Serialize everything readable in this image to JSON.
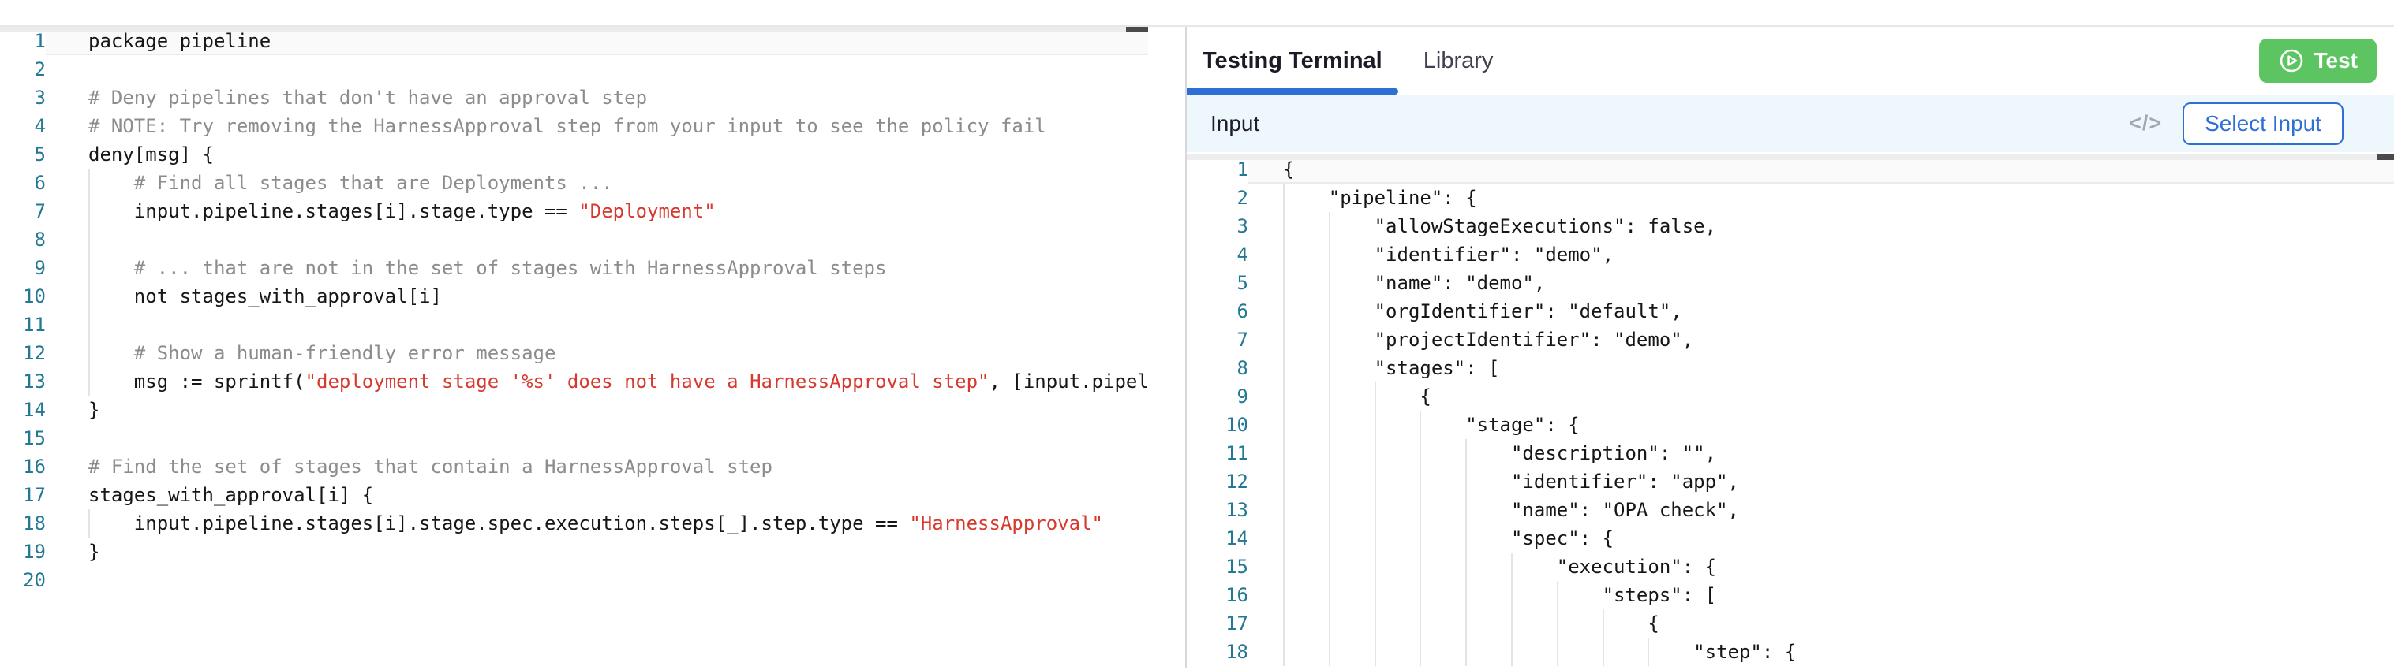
{
  "colors": {
    "accent_blue": "#2e6fd6",
    "test_green": "#5cc561",
    "string_red": "#d7392e",
    "comment_gray": "#8c8c8c",
    "line_number_blue": "#237893",
    "input_bar_bg": "#eef7fc"
  },
  "left_editor": {
    "language": "rego",
    "lines": [
      {
        "n": 1,
        "current": true,
        "guides": 0,
        "segs": [
          [
            "code",
            "package pipeline"
          ]
        ]
      },
      {
        "n": 2,
        "guides": 0,
        "segs": []
      },
      {
        "n": 3,
        "guides": 0,
        "segs": [
          [
            "comment",
            "# Deny pipelines that don't have an approval step"
          ]
        ]
      },
      {
        "n": 4,
        "guides": 0,
        "segs": [
          [
            "comment",
            "# NOTE: Try removing the HarnessApproval step from your input to see the policy fail"
          ]
        ]
      },
      {
        "n": 5,
        "guides": 0,
        "segs": [
          [
            "code",
            "deny[msg] {"
          ]
        ]
      },
      {
        "n": 6,
        "guides": 1,
        "segs": [
          [
            "comment",
            "    # Find all stages that are Deployments ..."
          ]
        ]
      },
      {
        "n": 7,
        "guides": 1,
        "segs": [
          [
            "code",
            "    input.pipeline.stages[i].stage.type == "
          ],
          [
            "string",
            "\"Deployment\""
          ]
        ]
      },
      {
        "n": 8,
        "guides": 1,
        "segs": []
      },
      {
        "n": 9,
        "guides": 1,
        "segs": [
          [
            "comment",
            "    # ... that are not in the set of stages with HarnessApproval steps"
          ]
        ]
      },
      {
        "n": 10,
        "guides": 1,
        "segs": [
          [
            "code",
            "    not stages_with_approval[i]"
          ]
        ]
      },
      {
        "n": 11,
        "guides": 1,
        "segs": []
      },
      {
        "n": 12,
        "guides": 1,
        "segs": [
          [
            "comment",
            "    # Show a human-friendly error message"
          ]
        ]
      },
      {
        "n": 13,
        "guides": 1,
        "segs": [
          [
            "code",
            "    msg := sprintf("
          ],
          [
            "string",
            "\"deployment stage '%s' does not have a HarnessApproval step\""
          ],
          [
            "code",
            ", [input.pipel"
          ]
        ]
      },
      {
        "n": 14,
        "guides": 0,
        "segs": [
          [
            "code",
            "}"
          ]
        ]
      },
      {
        "n": 15,
        "guides": 0,
        "segs": []
      },
      {
        "n": 16,
        "guides": 0,
        "segs": [
          [
            "comment",
            "# Find the set of stages that contain a HarnessApproval step"
          ]
        ]
      },
      {
        "n": 17,
        "guides": 0,
        "segs": [
          [
            "code",
            "stages_with_approval[i] {"
          ]
        ]
      },
      {
        "n": 18,
        "guides": 1,
        "segs": [
          [
            "code",
            "    input.pipeline.stages[i].stage.spec.execution.steps[_].step.type == "
          ],
          [
            "string",
            "\"HarnessApproval\""
          ]
        ]
      },
      {
        "n": 19,
        "guides": 0,
        "segs": [
          [
            "code",
            "}"
          ]
        ]
      },
      {
        "n": 20,
        "guides": 0,
        "segs": []
      }
    ]
  },
  "right_panel": {
    "tabs": [
      {
        "label": "Testing Terminal",
        "active": true
      },
      {
        "label": "Library",
        "active": false
      }
    ],
    "test_button": {
      "label": "Test"
    },
    "input_bar": {
      "label": "Input",
      "code_icon": "</>",
      "select_button": "Select Input"
    },
    "input_editor": {
      "language": "json",
      "lines": [
        {
          "n": 1,
          "current": true,
          "guides": 0,
          "segs": [
            [
              "code",
              "{"
            ]
          ]
        },
        {
          "n": 2,
          "guides": 1,
          "segs": [
            [
              "code",
              "    \"pipeline\": {"
            ]
          ]
        },
        {
          "n": 3,
          "guides": 2,
          "segs": [
            [
              "code",
              "        \"allowStageExecutions\": false,"
            ]
          ]
        },
        {
          "n": 4,
          "guides": 2,
          "segs": [
            [
              "code",
              "        \"identifier\": \"demo\","
            ]
          ]
        },
        {
          "n": 5,
          "guides": 2,
          "segs": [
            [
              "code",
              "        \"name\": \"demo\","
            ]
          ]
        },
        {
          "n": 6,
          "guides": 2,
          "segs": [
            [
              "code",
              "        \"orgIdentifier\": \"default\","
            ]
          ]
        },
        {
          "n": 7,
          "guides": 2,
          "segs": [
            [
              "code",
              "        \"projectIdentifier\": \"demo\","
            ]
          ]
        },
        {
          "n": 8,
          "guides": 2,
          "segs": [
            [
              "code",
              "        \"stages\": ["
            ]
          ]
        },
        {
          "n": 9,
          "guides": 3,
          "segs": [
            [
              "code",
              "            {"
            ]
          ]
        },
        {
          "n": 10,
          "guides": 4,
          "segs": [
            [
              "code",
              "                \"stage\": {"
            ]
          ]
        },
        {
          "n": 11,
          "guides": 5,
          "segs": [
            [
              "code",
              "                    \"description\": \"\","
            ]
          ]
        },
        {
          "n": 12,
          "guides": 5,
          "segs": [
            [
              "code",
              "                    \"identifier\": \"app\","
            ]
          ]
        },
        {
          "n": 13,
          "guides": 5,
          "segs": [
            [
              "code",
              "                    \"name\": \"OPA check\","
            ]
          ]
        },
        {
          "n": 14,
          "guides": 5,
          "segs": [
            [
              "code",
              "                    \"spec\": {"
            ]
          ]
        },
        {
          "n": 15,
          "guides": 6,
          "segs": [
            [
              "code",
              "                        \"execution\": {"
            ]
          ]
        },
        {
          "n": 16,
          "guides": 7,
          "segs": [
            [
              "code",
              "                            \"steps\": ["
            ]
          ]
        },
        {
          "n": 17,
          "guides": 8,
          "segs": [
            [
              "code",
              "                                {"
            ]
          ]
        },
        {
          "n": 18,
          "guides": 9,
          "segs": [
            [
              "code",
              "                                    \"step\": {"
            ]
          ]
        }
      ]
    }
  }
}
